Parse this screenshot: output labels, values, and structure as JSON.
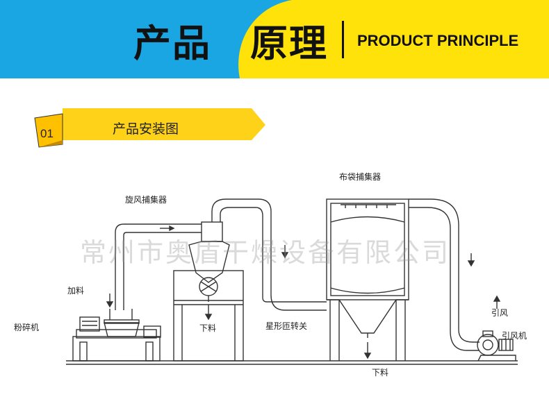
{
  "header": {
    "title_part1": "产品",
    "title_part2": "原理",
    "subtitle_en": "PRODUCT PRINCIPLE",
    "bg_color": "#1aa6e3",
    "accent_color": "#ffe20a"
  },
  "section": {
    "number": "01",
    "title": "产品安装图",
    "tag_color": "#ffd21a"
  },
  "diagram": {
    "labels": {
      "cyclone": "旋风捕集器",
      "bag_filter": "布袋捕集器",
      "feed": "加料",
      "mill": "粉碎机",
      "discharge_1": "下料",
      "star_valve": "星形匝转关",
      "discharge_2": "下料",
      "induced_air": "引风",
      "fan": "引风机"
    },
    "watermark": "常州市奥盾干燥设备有限公司"
  }
}
